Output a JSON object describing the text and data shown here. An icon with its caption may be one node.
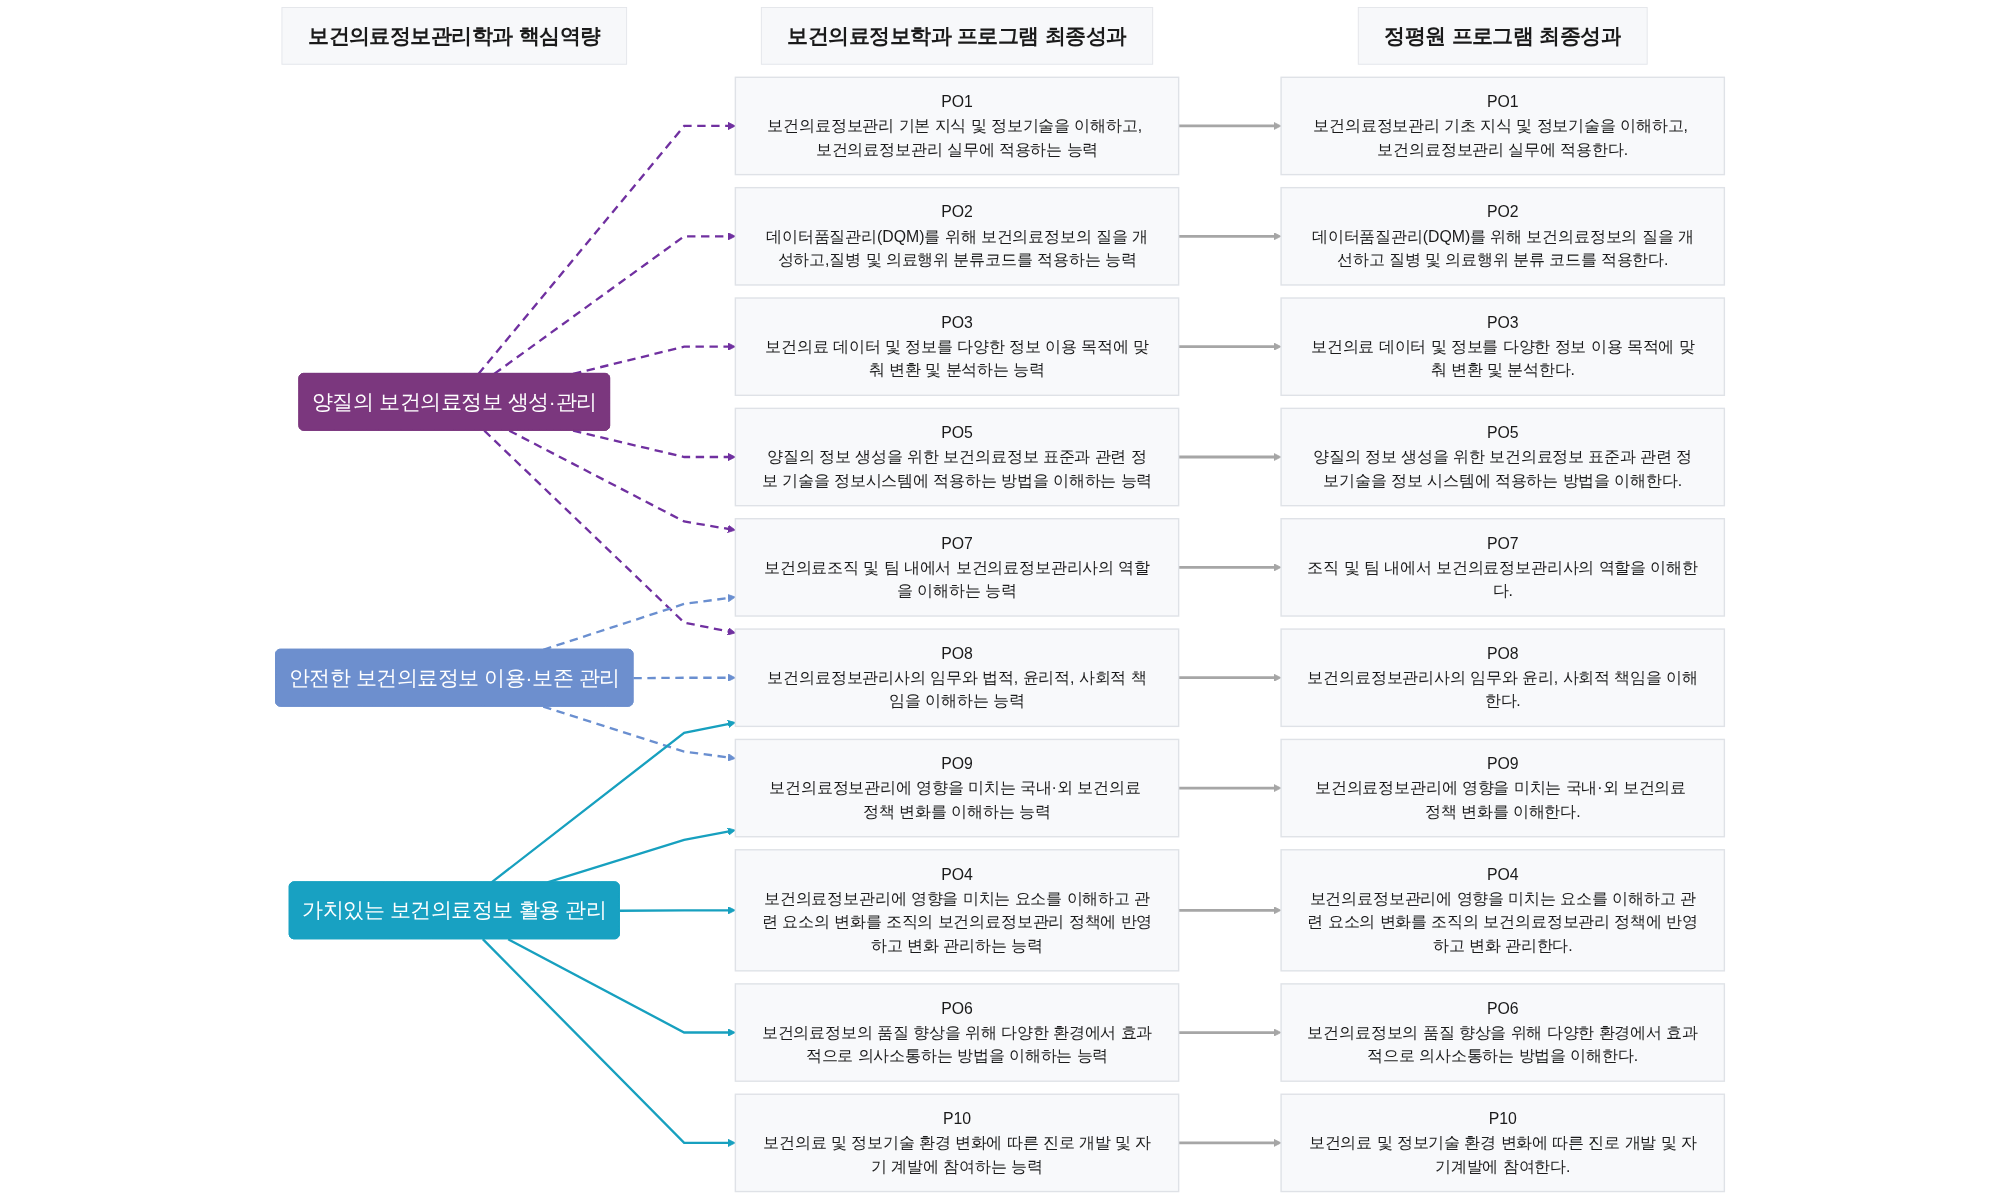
{
  "diagram": {
    "nodes": [
      {
        "text": [
          "보건의료정보관리학과 핵심역량"
        ]
      },
      {
        "text": [
          "보건의료정보학과 프로그램 최종성과"
        ]
      },
      {
        "text": [
          "정평원 프로그램 최종성과"
        ]
      },
      {
        "text": [
          "양질의 보건의료정보 생성·관리"
        ]
      },
      {
        "text": [
          "안전한 보건의료정보 이용·보존 관리"
        ]
      },
      {
        "text": [
          "가치있는 보건의료정보 활용 관리"
        ]
      },
      {
        "text": [
          "PO1",
          "보건의료정보관리 기본 지식 및 정보기술을 이해하고, 보건의료정보관리 실무에 적용하는 능력"
        ]
      },
      {
        "text": [
          "PO2",
          "데이터품질관리(DQM)를 위해 보건의료정보의 질을 개성하고,질병 및 의료행위 분류코드를 적용하는 능력"
        ]
      },
      {
        "text": [
          "PO3",
          "보건의료 데이터 및 정보를 다양한 정보 이용 목적에 맞춰 변환 및 분석하는 능력"
        ]
      },
      {
        "text": [
          "PO4",
          "보건의료정보관리에 영향을 미치는 요소를 이해하고 관련 요소의 변화를 조직의 보건의료정보관리 정책에 반영하고 변화 관리하는 능력"
        ]
      },
      {
        "text": [
          "PO5",
          "양질의 정보 생성을 위한 보건의료정보 표준과 관련 정보 기술을 정보시스템에 적용하는 방법을 이해하는 능력"
        ]
      },
      {
        "text": [
          "PO6",
          "보건의료정보의 품질 향상을 위해 다양한 환경에서 효과적으로 의사소통하는 방법을 이해하는 능력"
        ]
      },
      {
        "text": [
          "PO7",
          "보건의료조직 및 팀 내에서 보건의료정보관리사의 역할을 이해하는 능력"
        ]
      },
      {
        "text": [
          "PO8",
          "보건의료정보관리사의 임무와 법적, 윤리적, 사회적 책임을 이해하는 능력"
        ]
      },
      {
        "text": [
          "PO9",
          "보건의료정보관리에 영향을 미치는 국내·외 보건의료 정책 변화를 이해하는 능력"
        ]
      },
      {
        "text": [
          "P10",
          "보건의료 및 정보기술 환경 변화에 따른 진로 개발 및 자기 계발에 참여하는 능력"
        ]
      },
      {
        "text": [
          "PO1",
          "보건의료정보관리 기초 지식 및 정보기술을 이해하고, 보건의료정보관리 실무에 적용한다."
        ]
      },
      {
        "text": [
          "PO2",
          "데이터품질관리(DQM)를 위해 보건의료정보의 질을 개선하고 질병 및 의료행위 분류 코드를 적용한다."
        ]
      },
      {
        "text": [
          "PO3",
          "보건의료 데이터 및 정보를 다양한 정보 이용 목적에 맞춰 변환 및 분석한다."
        ]
      },
      {
        "text": [
          "PO4",
          "보건의료정보관리에 영향을 미치는 요소를 이해하고 관련 요소의 변화를 조직의 보건의료정보관리 정책에 반영하고 변화 관리한다."
        ]
      },
      {
        "text": [
          "PO5",
          "양질의 정보 생성을 위한 보건의료정보 표준과 관련 정보기술을 정보 시스템에 적용하는 방법을 이해한다."
        ]
      },
      {
        "text": [
          "PO6",
          "보건의료정보의 품질 향상을 위해 다양한 환경에서 효과적으로 의사소통하는 방법을 이해한다."
        ]
      },
      {
        "text": [
          "PO7",
          "조직 및 팀 내에서 보건의료정보관리사의 역할을 이해한다."
        ]
      },
      {
        "text": [
          "PO8",
          "보건의료정보관리사의 임무와 윤리, 사회적 책임을 이해한다."
        ]
      },
      {
        "text": [
          "PO9",
          "보건의료정보관리에 영향을 미치는 국내·외 보건의료 정책 변화를 이해한다."
        ]
      },
      {
        "text": [
          "P10",
          "보건의료 및 정보기술 환경 변화에 따른 진로 개발 및 자기계발에 참여한다."
        ]
      }
    ],
    "edges": [
      {
        "from": 3,
        "to": 6,
        "arrow": "to",
        "style": "dashed",
        "color": "#7030a0"
      },
      {
        "from": 3,
        "to": 7,
        "arrow": "to",
        "style": "dashed",
        "color": "#7030a0"
      },
      {
        "from": 3,
        "to": 8,
        "arrow": "to",
        "style": "dashed",
        "color": "#7030a0"
      },
      {
        "from": 3,
        "to": 10,
        "arrow": "to",
        "style": "dashed",
        "color": "#7030a0"
      },
      {
        "from": 3,
        "to": 12,
        "arrow": "to",
        "style": "dashed",
        "color": "#7030a0"
      },
      {
        "from": 3,
        "to": 13,
        "arrow": "to",
        "style": "dashed",
        "color": "#7030a0"
      },
      {
        "from": 4,
        "to": 12,
        "arrow": "to",
        "style": "dashed",
        "color": "#6a8fd0"
      },
      {
        "from": 4,
        "to": 13,
        "arrow": "to",
        "style": "dashed",
        "color": "#6a8fd0"
      },
      {
        "from": 4,
        "to": 14,
        "arrow": "to",
        "style": "dashed",
        "color": "#6a8fd0"
      },
      {
        "from": 5,
        "to": 9,
        "arrow": "to",
        "color": "#17a0bf"
      },
      {
        "from": 5,
        "to": 11,
        "arrow": "to",
        "color": "#17a0bf"
      },
      {
        "from": 5,
        "to": 13,
        "arrow": "to",
        "color": "#17a0bf"
      },
      {
        "from": 5,
        "to": 14,
        "arrow": "to",
        "color": "#17a0bf"
      },
      {
        "from": 5,
        "to": 15,
        "arrow": "to",
        "color": "#17a0bf"
      },
      {
        "from": 6,
        "to": 16,
        "arrow": "to"
      },
      {
        "from": 7,
        "to": 17,
        "arrow": "to"
      },
      {
        "from": 8,
        "to": 18,
        "arrow": "to"
      },
      {
        "from": 9,
        "to": 19,
        "arrow": "to"
      },
      {
        "from": 10,
        "to": 20,
        "arrow": "to"
      },
      {
        "from": 11,
        "to": 21,
        "arrow": "to"
      },
      {
        "from": 12,
        "to": 22,
        "arrow": "to"
      },
      {
        "from": 13,
        "to": 23,
        "arrow": "to"
      },
      {
        "from": 14,
        "to": 24,
        "arrow": "to"
      },
      {
        "from": 15,
        "to": 25,
        "arrow": "to"
      }
    ]
  }
}
